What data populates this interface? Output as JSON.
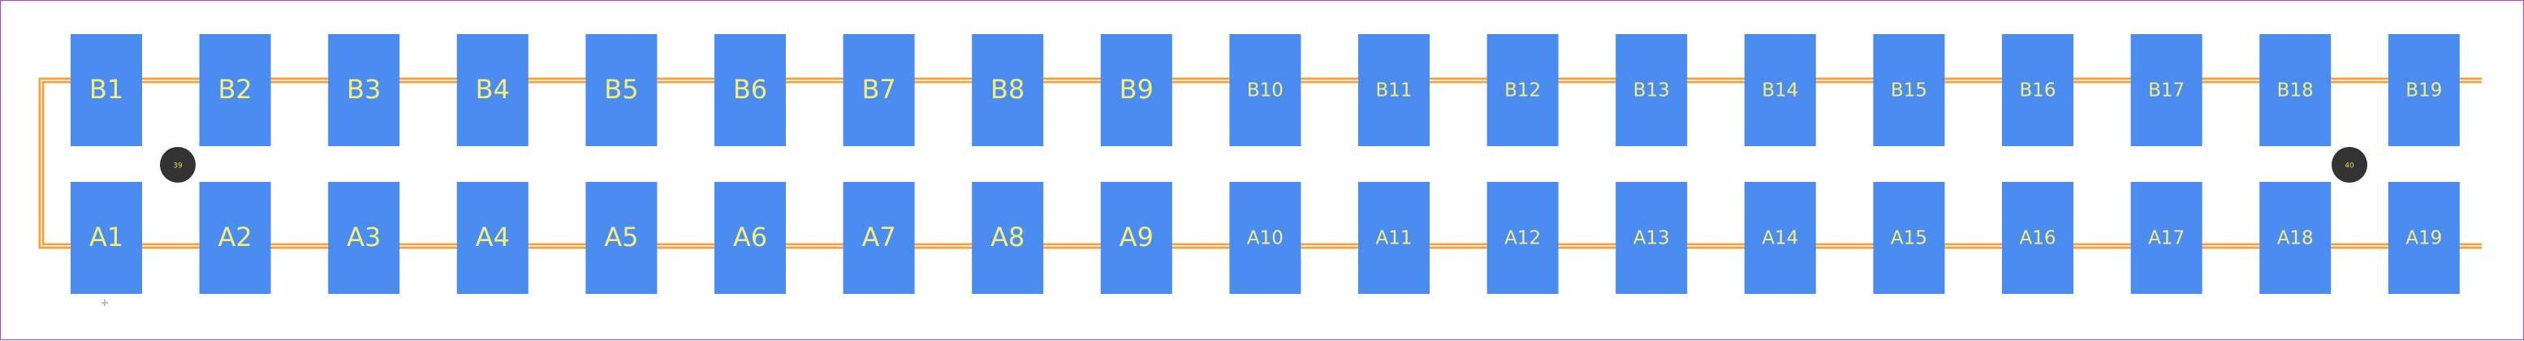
{
  "colors": {
    "background": "#ffffff",
    "border": "#cc33cc",
    "pad": "#4a8cf0",
    "pad_label": "#f5ee7a",
    "trace": "#f5a23c",
    "outline_inner": "#fde3c0",
    "hole": "#333333",
    "hole_label": "#e8d85a",
    "origin_marker": "#b8b8d8"
  },
  "rows": [
    {
      "id": "top",
      "labels": [
        "B1",
        "B2",
        "B3",
        "B4",
        "B5",
        "B6",
        "B7",
        "B8",
        "B9",
        "B10",
        "B11",
        "B12",
        "B13",
        "B14",
        "B15",
        "B16",
        "B17",
        "B18",
        "B19"
      ]
    },
    {
      "id": "bottom",
      "labels": [
        "A1",
        "A2",
        "A3",
        "A4",
        "A5",
        "A6",
        "A7",
        "A8",
        "A9",
        "A10",
        "A11",
        "A12",
        "A13",
        "A14",
        "A15",
        "A16",
        "A17",
        "A18",
        "A19"
      ]
    }
  ],
  "mounting_holes": [
    {
      "label": "39"
    },
    {
      "label": "40"
    }
  ]
}
